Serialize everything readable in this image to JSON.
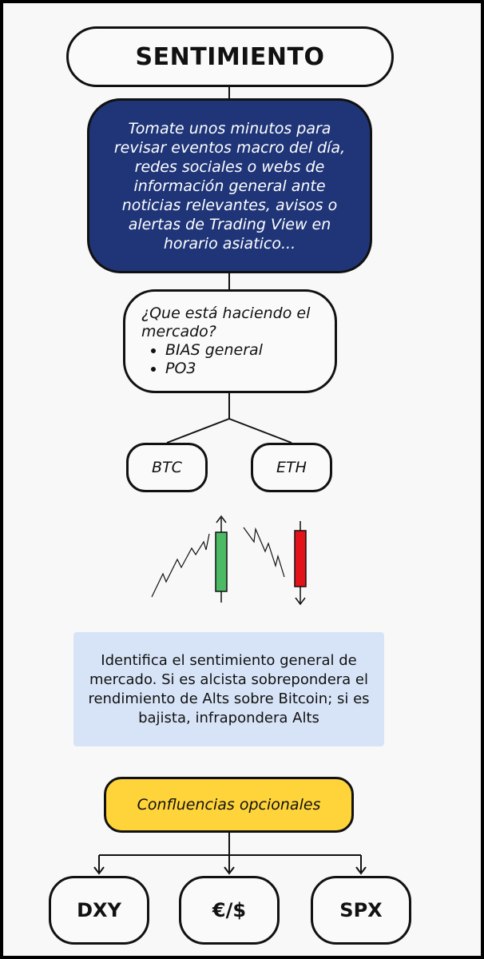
{
  "title": "SENTIMIENTO",
  "tip": "Tomate unos minutos para revisar eventos macro del día, redes sociales o webs de información general ante noticias relevantes, avisos o alertas de Trading View en horario asiatico...",
  "market": {
    "question": "¿Que está haciendo el mercado?",
    "items": [
      "BIAS general",
      "PO3"
    ]
  },
  "assets": {
    "btc": "BTC",
    "eth": "ETH"
  },
  "info": "Identifica el sentimiento general de mercado. Si es alcista sobrepondera el rendimiento de Alts sobre Bitcoin; si es bajista, infrapondera Alts",
  "optional": "Confluencias opcionales",
  "confluences": {
    "dxy": "DXY",
    "eur": "€/$",
    "spx": "SPX"
  },
  "colors": {
    "tip_bg": "#1f3578",
    "info_bg": "#d7e4f7",
    "optional_bg": "#ffd43b",
    "bull_candle": "#4cb965",
    "bear_candle": "#e3131b"
  },
  "icons": [
    "bullish-candle-icon",
    "bearish-candle-icon",
    "uptrend-line-icon",
    "downtrend-line-icon"
  ]
}
